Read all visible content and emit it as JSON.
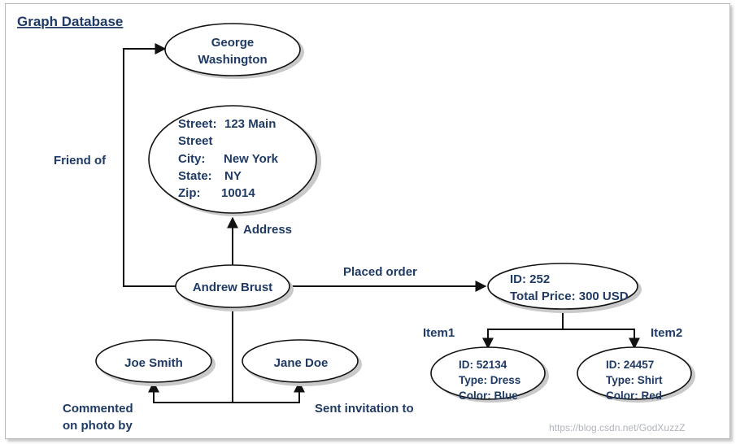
{
  "title": "Graph Database",
  "nodes": {
    "george": [
      "George",
      "Washington"
    ],
    "address": {
      "street_label": "Street:",
      "street_value_1": "123 Main",
      "street_value_2": "Street",
      "city_label": "City:",
      "city_value": "New York",
      "state_label": "State:",
      "state_value": "NY",
      "zip_label": "Zip:",
      "zip_value": "10014"
    },
    "andrew": "Andrew Brust",
    "order": [
      "ID: 252",
      "Total Price: 300 USD"
    ],
    "joe": "Joe Smith",
    "jane": "Jane Doe",
    "item1": [
      "ID: 52134",
      "Type: Dress",
      "Color: Blue"
    ],
    "item2": [
      "ID: 24457",
      "Type: Shirt",
      "Color: Red"
    ]
  },
  "edges": {
    "friend_of": "Friend of",
    "address": "Address",
    "placed_order": "Placed order",
    "item1": "Item1",
    "item2": "Item2",
    "commented": [
      "Commented",
      "on photo by"
    ],
    "sent_invitation": "Sent invitation to"
  },
  "watermark": "https://blog.csdn.net/GodXuzzZ"
}
